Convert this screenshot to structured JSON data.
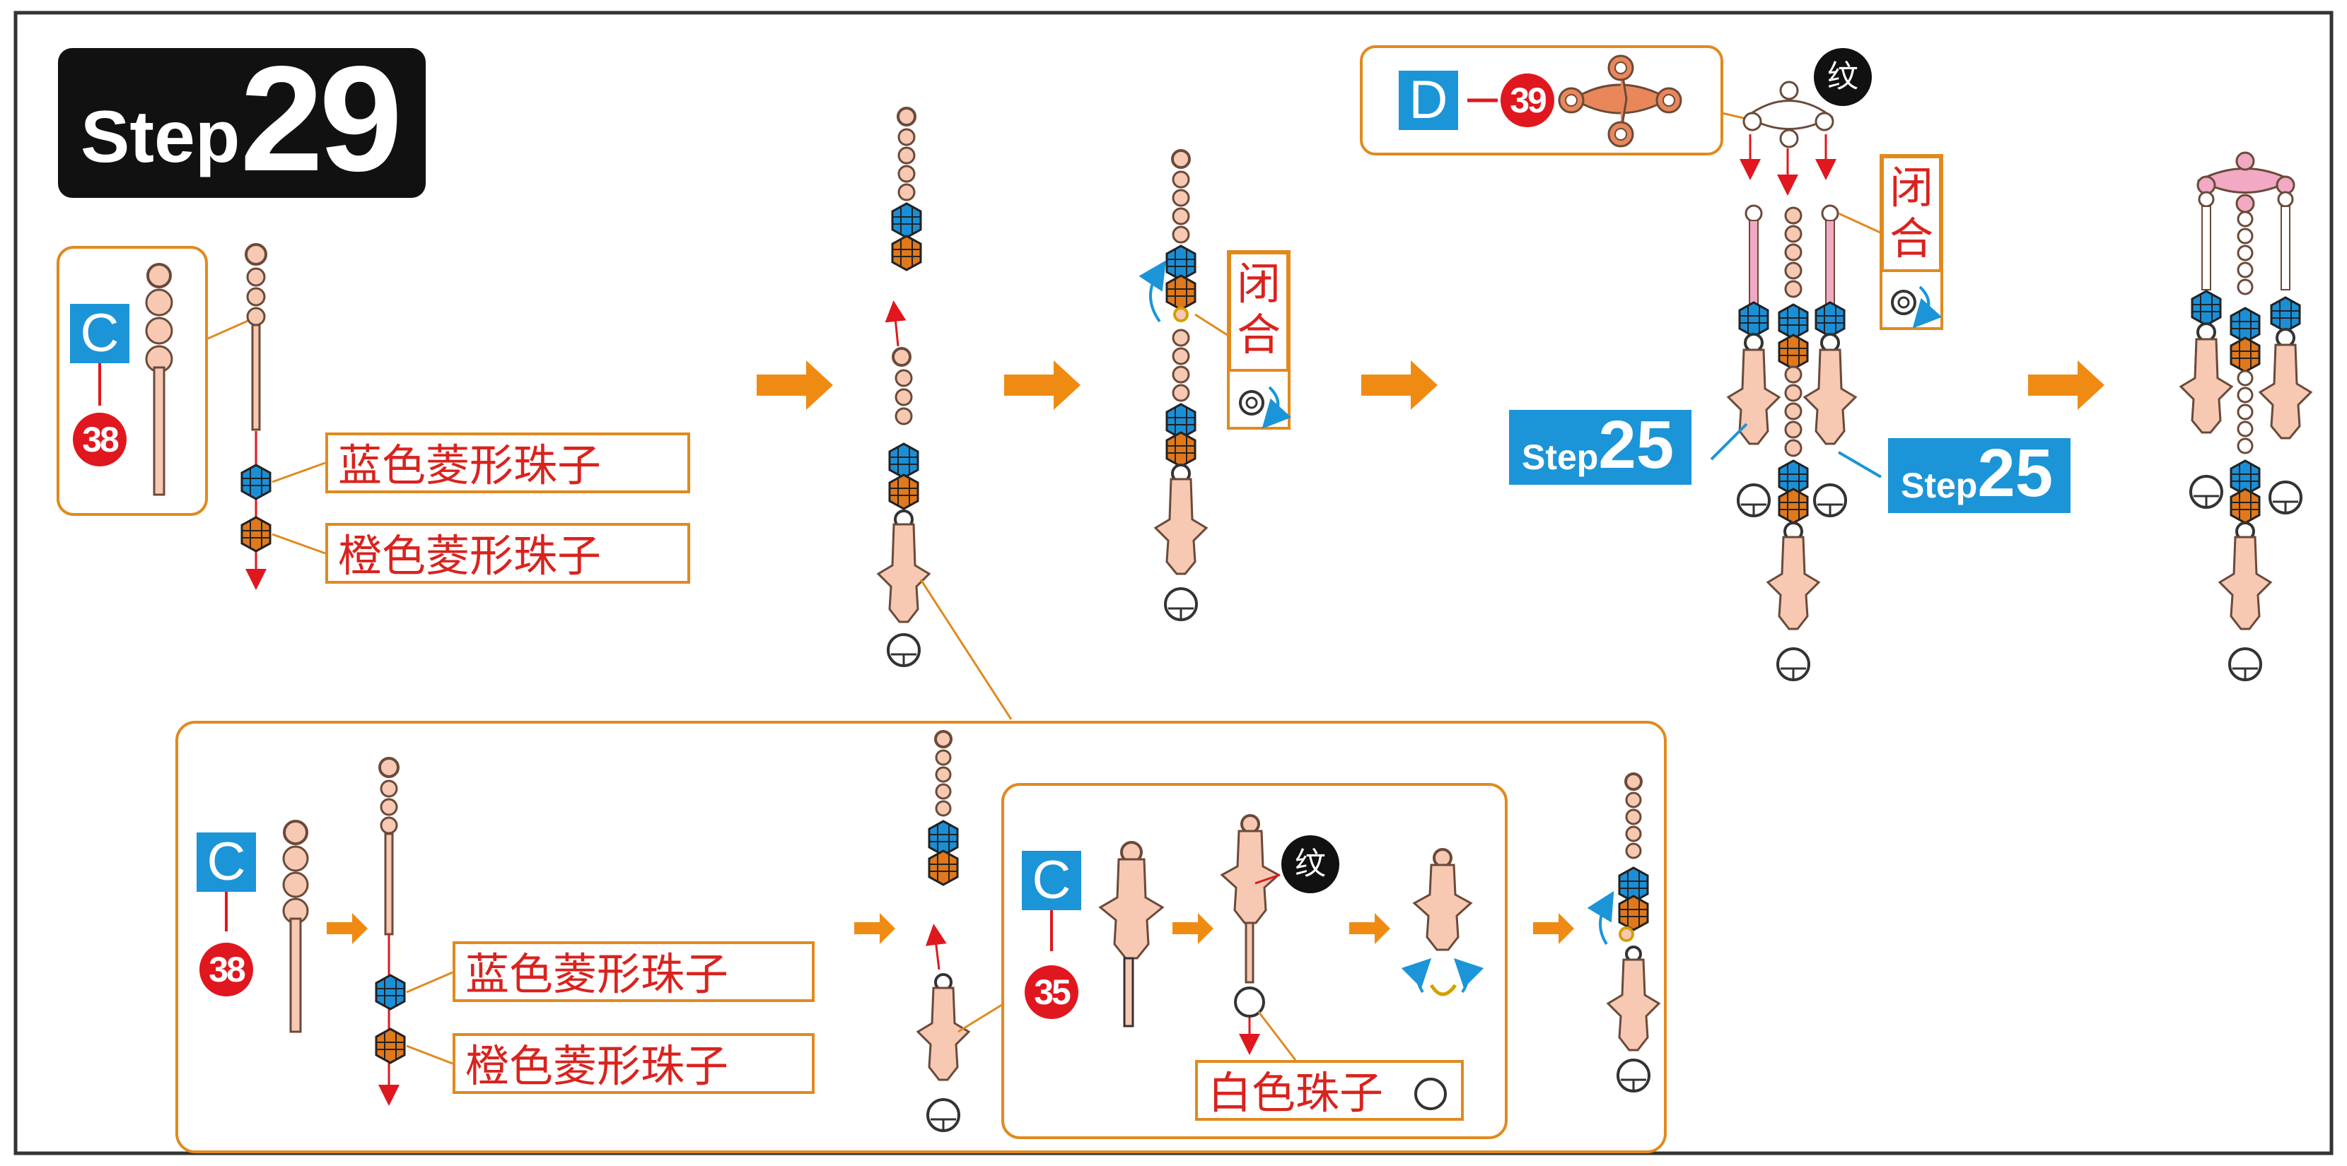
{
  "step": {
    "word": "Step",
    "number": "29"
  },
  "parts": {
    "c38": {
      "letter": "C",
      "number": "38"
    },
    "c35": {
      "letter": "C",
      "number": "35"
    },
    "d39": {
      "letter": "D",
      "number": "39"
    }
  },
  "labels": {
    "blue_bead": "蓝色菱形珠子",
    "orange_bead": "橙色菱形珠子",
    "white_bead": "白色珠子",
    "close": "闭合",
    "pattern_mark": "纹"
  },
  "step_refs": [
    {
      "word": "Step",
      "number": "25"
    },
    {
      "word": "Step",
      "number": "25"
    }
  ],
  "colors": {
    "frame": "#333333",
    "outline_orange": "#e08a1e",
    "arrow_orange": "#ef8b12",
    "label_red": "#d9231e",
    "badge_blue": "#1b95d8",
    "part_number_red": "#e0171e",
    "peach": "#f7c9b3",
    "blue_bead": "#1b8fd6",
    "orange_bead": "#e0781c",
    "pink_connector": "#f2a9c4"
  }
}
